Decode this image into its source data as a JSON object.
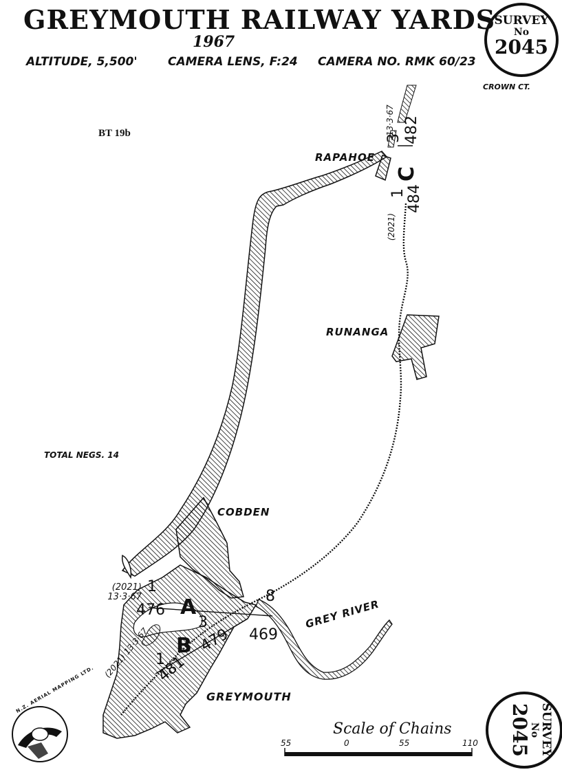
{
  "header": {
    "title": "GREYMOUTH RAILWAY YARDS",
    "year": "1967",
    "altitude": "ALTITUDE, 5,500'",
    "lens": "CAMERA LENS, F:24",
    "camera": "CAMERA NO. RMK 60/23"
  },
  "survey_stamp": {
    "label": "SURVEY",
    "no": "No",
    "number": "2045"
  },
  "crown": "CROWN CT.",
  "sheet_ref": "BT 19b",
  "total_negs": "TOTAL NEGS. 14",
  "places": {
    "rapahoe": "RAPAHOE",
    "runanga": "RUNANGA",
    "cobden": "COBDEN",
    "grey_river": "GREY RIVER",
    "greymouth": "GREYMOUTH"
  },
  "runs": {
    "A": {
      "letter": "A",
      "film": "(2021)",
      "date": "13·3·67",
      "start_num": "1",
      "start_frame": "476",
      "end_num": "8",
      "end_frame": "469"
    },
    "B": {
      "letter": "B",
      "film": "(2021)",
      "date": "13·3·67",
      "start_num": "1",
      "start_frame": "481",
      "end_num": "3",
      "end_frame": "479"
    },
    "C": {
      "letter": "C",
      "film": "(2021)",
      "date": "13·3·67",
      "start_num": "1",
      "start_frame": "484",
      "end_num": "3",
      "end_frame": "482"
    }
  },
  "scale": {
    "label": "Scale of Chains",
    "ticks": [
      "55",
      "0",
      "55",
      "110"
    ]
  },
  "logo": {
    "text": "N.Z. AERIAL MAPPING LTD."
  }
}
